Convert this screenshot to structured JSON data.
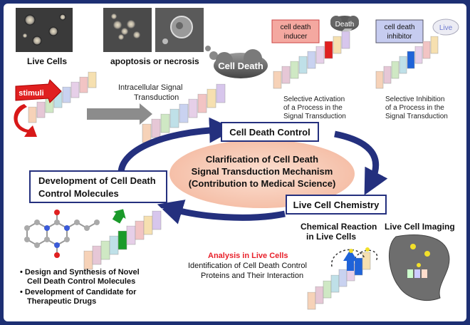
{
  "photos": {
    "live": "Live Cells",
    "apoptosis": "apoptosis or necrosis"
  },
  "labels": {
    "cell_death_cloud": "Cell Death",
    "death_cloud": "Death",
    "live_cloud": "Live",
    "stimuli": "stimuli",
    "intracellular_1": "Intracellular Signal",
    "intracellular_2": "Transduction",
    "inducer_1": "cell death",
    "inducer_2": "inducer",
    "inhibitor_1": "cell death",
    "inhibitor_2": "inhibitor",
    "activation_1": "Selective Activation",
    "activation_2": "of a Process in the",
    "activation_3": "Signal Transduction",
    "inhibition_1": "Selective Inhibition",
    "inhibition_2": "of a Process in the",
    "inhibition_3": "Signal Transduction"
  },
  "cycle": {
    "control": "Cell Death Control",
    "center_1": "Clarification of Cell Death",
    "center_2": "Signal Transduction Mechanism",
    "center_3": "(Contribution to Medical Science)",
    "development_1": "Development of Cell Death",
    "development_2": "Control Molecules",
    "live_chemistry": "Live Cell Chemistry"
  },
  "bottom": {
    "chem_reaction_1": "Chemical Reaction",
    "chem_reaction_2": "in Live Cells",
    "imaging": "Live Cell Imaging",
    "analysis": "Analysis in Live Cells",
    "identification_1": "Identification of Cell Death Control",
    "identification_2": "Proteins and Their Interaction",
    "bullet_1a": "• Design and Synthesis of Novel",
    "bullet_1b": "Cell Death Control Molecules",
    "bullet_2a": "• Development of Candidate for",
    "bullet_2b": "Therapeutic Drugs"
  },
  "colors": {
    "frame": "#1d2f73",
    "cycle_arrow": "#24307e",
    "center_ellipse": "#f7c9b3",
    "inducer_block": "#e02020",
    "inhibitor_block": "#1f63d8",
    "drug_block": "#1a9a2a",
    "analysis_text": "#e8202a"
  }
}
